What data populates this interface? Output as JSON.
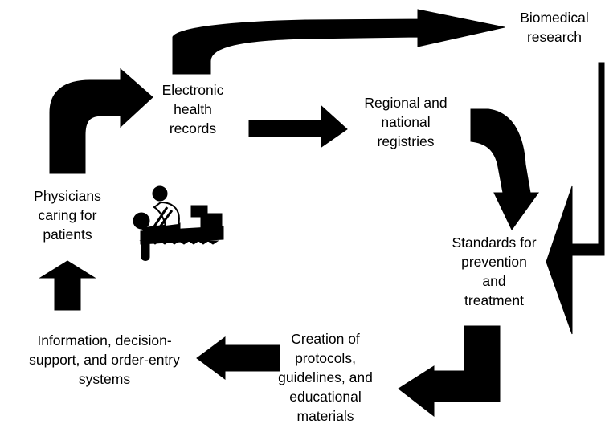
{
  "diagram": {
    "nodes": {
      "biomedical_research": {
        "lines": [
          "Biomedical",
          "research"
        ]
      },
      "electronic_health_records": {
        "lines": [
          "Electronic",
          "health",
          "records"
        ]
      },
      "regional_national_registries": {
        "lines": [
          "Regional and",
          "national",
          "registries"
        ]
      },
      "physicians_caring": {
        "lines": [
          "Physicians",
          "caring for",
          "patients"
        ]
      },
      "standards": {
        "lines": [
          "Standards for",
          "prevention",
          "and",
          "treatment"
        ]
      },
      "information_systems": {
        "lines": [
          "Information, decision-",
          "support, and order-entry",
          "systems"
        ]
      },
      "creation_protocols": {
        "lines": [
          "Creation of",
          "protocols,",
          "guidelines, and",
          "educational",
          "materials"
        ]
      }
    },
    "icons": {
      "physician_patient": "physician-cpr-icon"
    },
    "colors": {
      "arrow_fill": "#000000",
      "text": "#000000",
      "background": "#ffffff"
    }
  }
}
